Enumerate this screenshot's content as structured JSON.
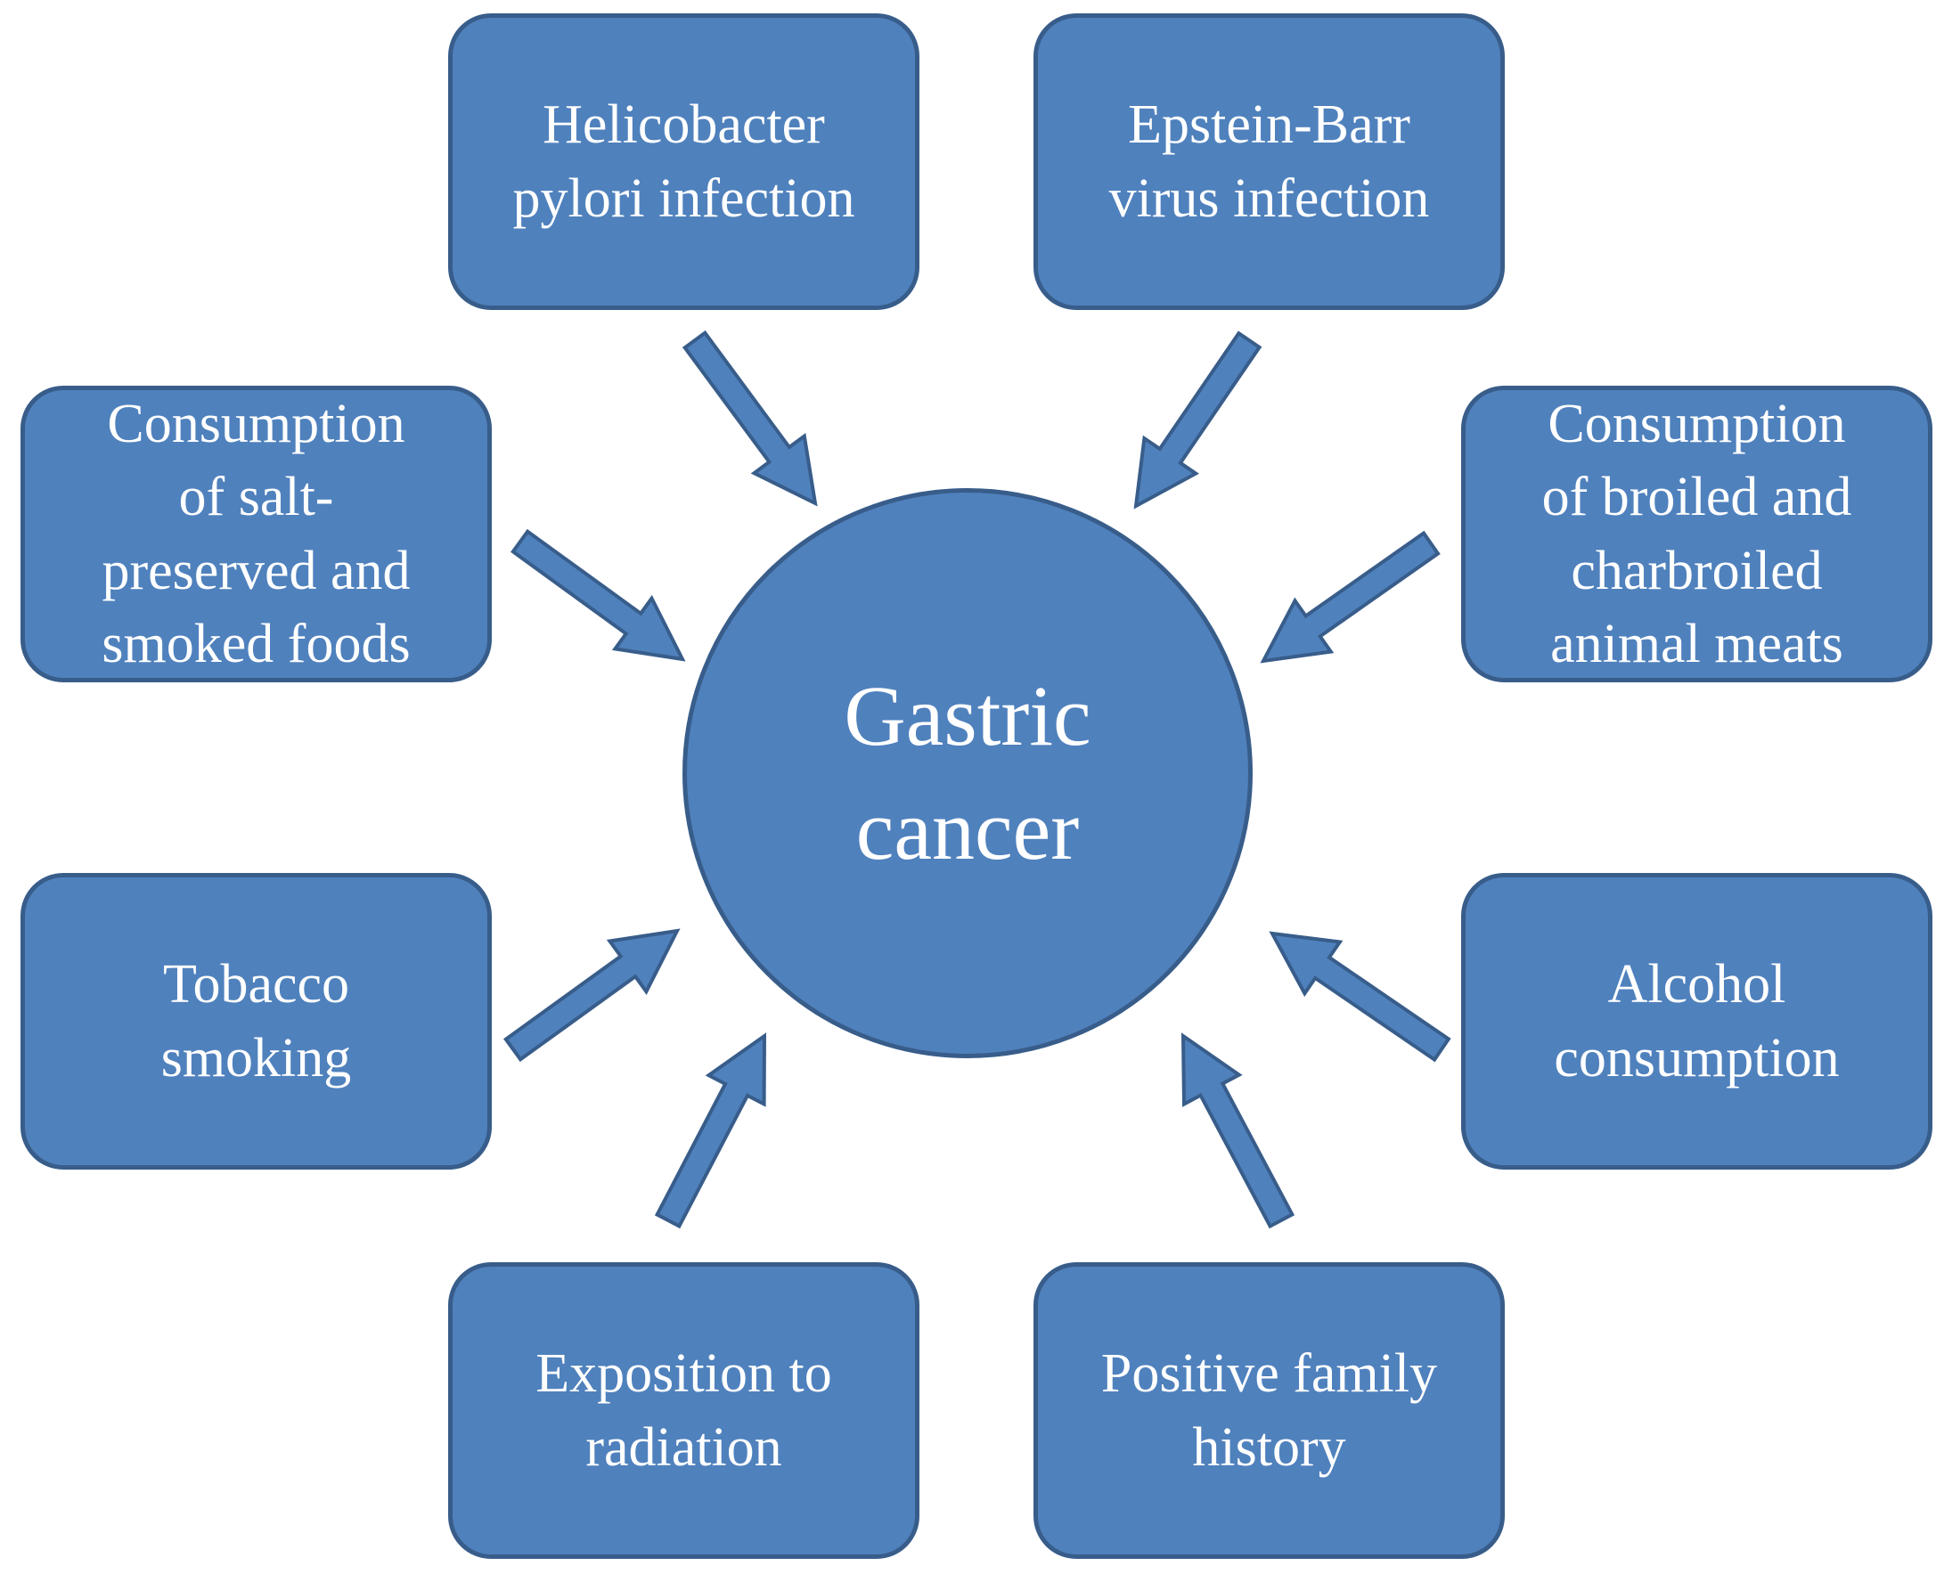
{
  "center": {
    "label": "Gastric\ncancer"
  },
  "factors": [
    {
      "id": "h-pylori",
      "label": "Helicobacter\npylori infection"
    },
    {
      "id": "ebv",
      "label": "Epstein-Barr\nvirus infection"
    },
    {
      "id": "salt-smoked",
      "label": "Consumption\nof salt-\npreserved and\nsmoked foods"
    },
    {
      "id": "broiled-meats",
      "label": "Consumption\nof broiled and\ncharbroiled\nanimal meats"
    },
    {
      "id": "tobacco",
      "label": "Tobacco\nsmoking"
    },
    {
      "id": "alcohol",
      "label": "Alcohol\nconsumption"
    },
    {
      "id": "radiation",
      "label": "Exposition to\nradiation"
    },
    {
      "id": "family-history",
      "label": "Positive family\nhistory"
    }
  ],
  "colors": {
    "fill": "#4f81bd",
    "stroke": "#385d8a",
    "text": "#ffffff"
  }
}
